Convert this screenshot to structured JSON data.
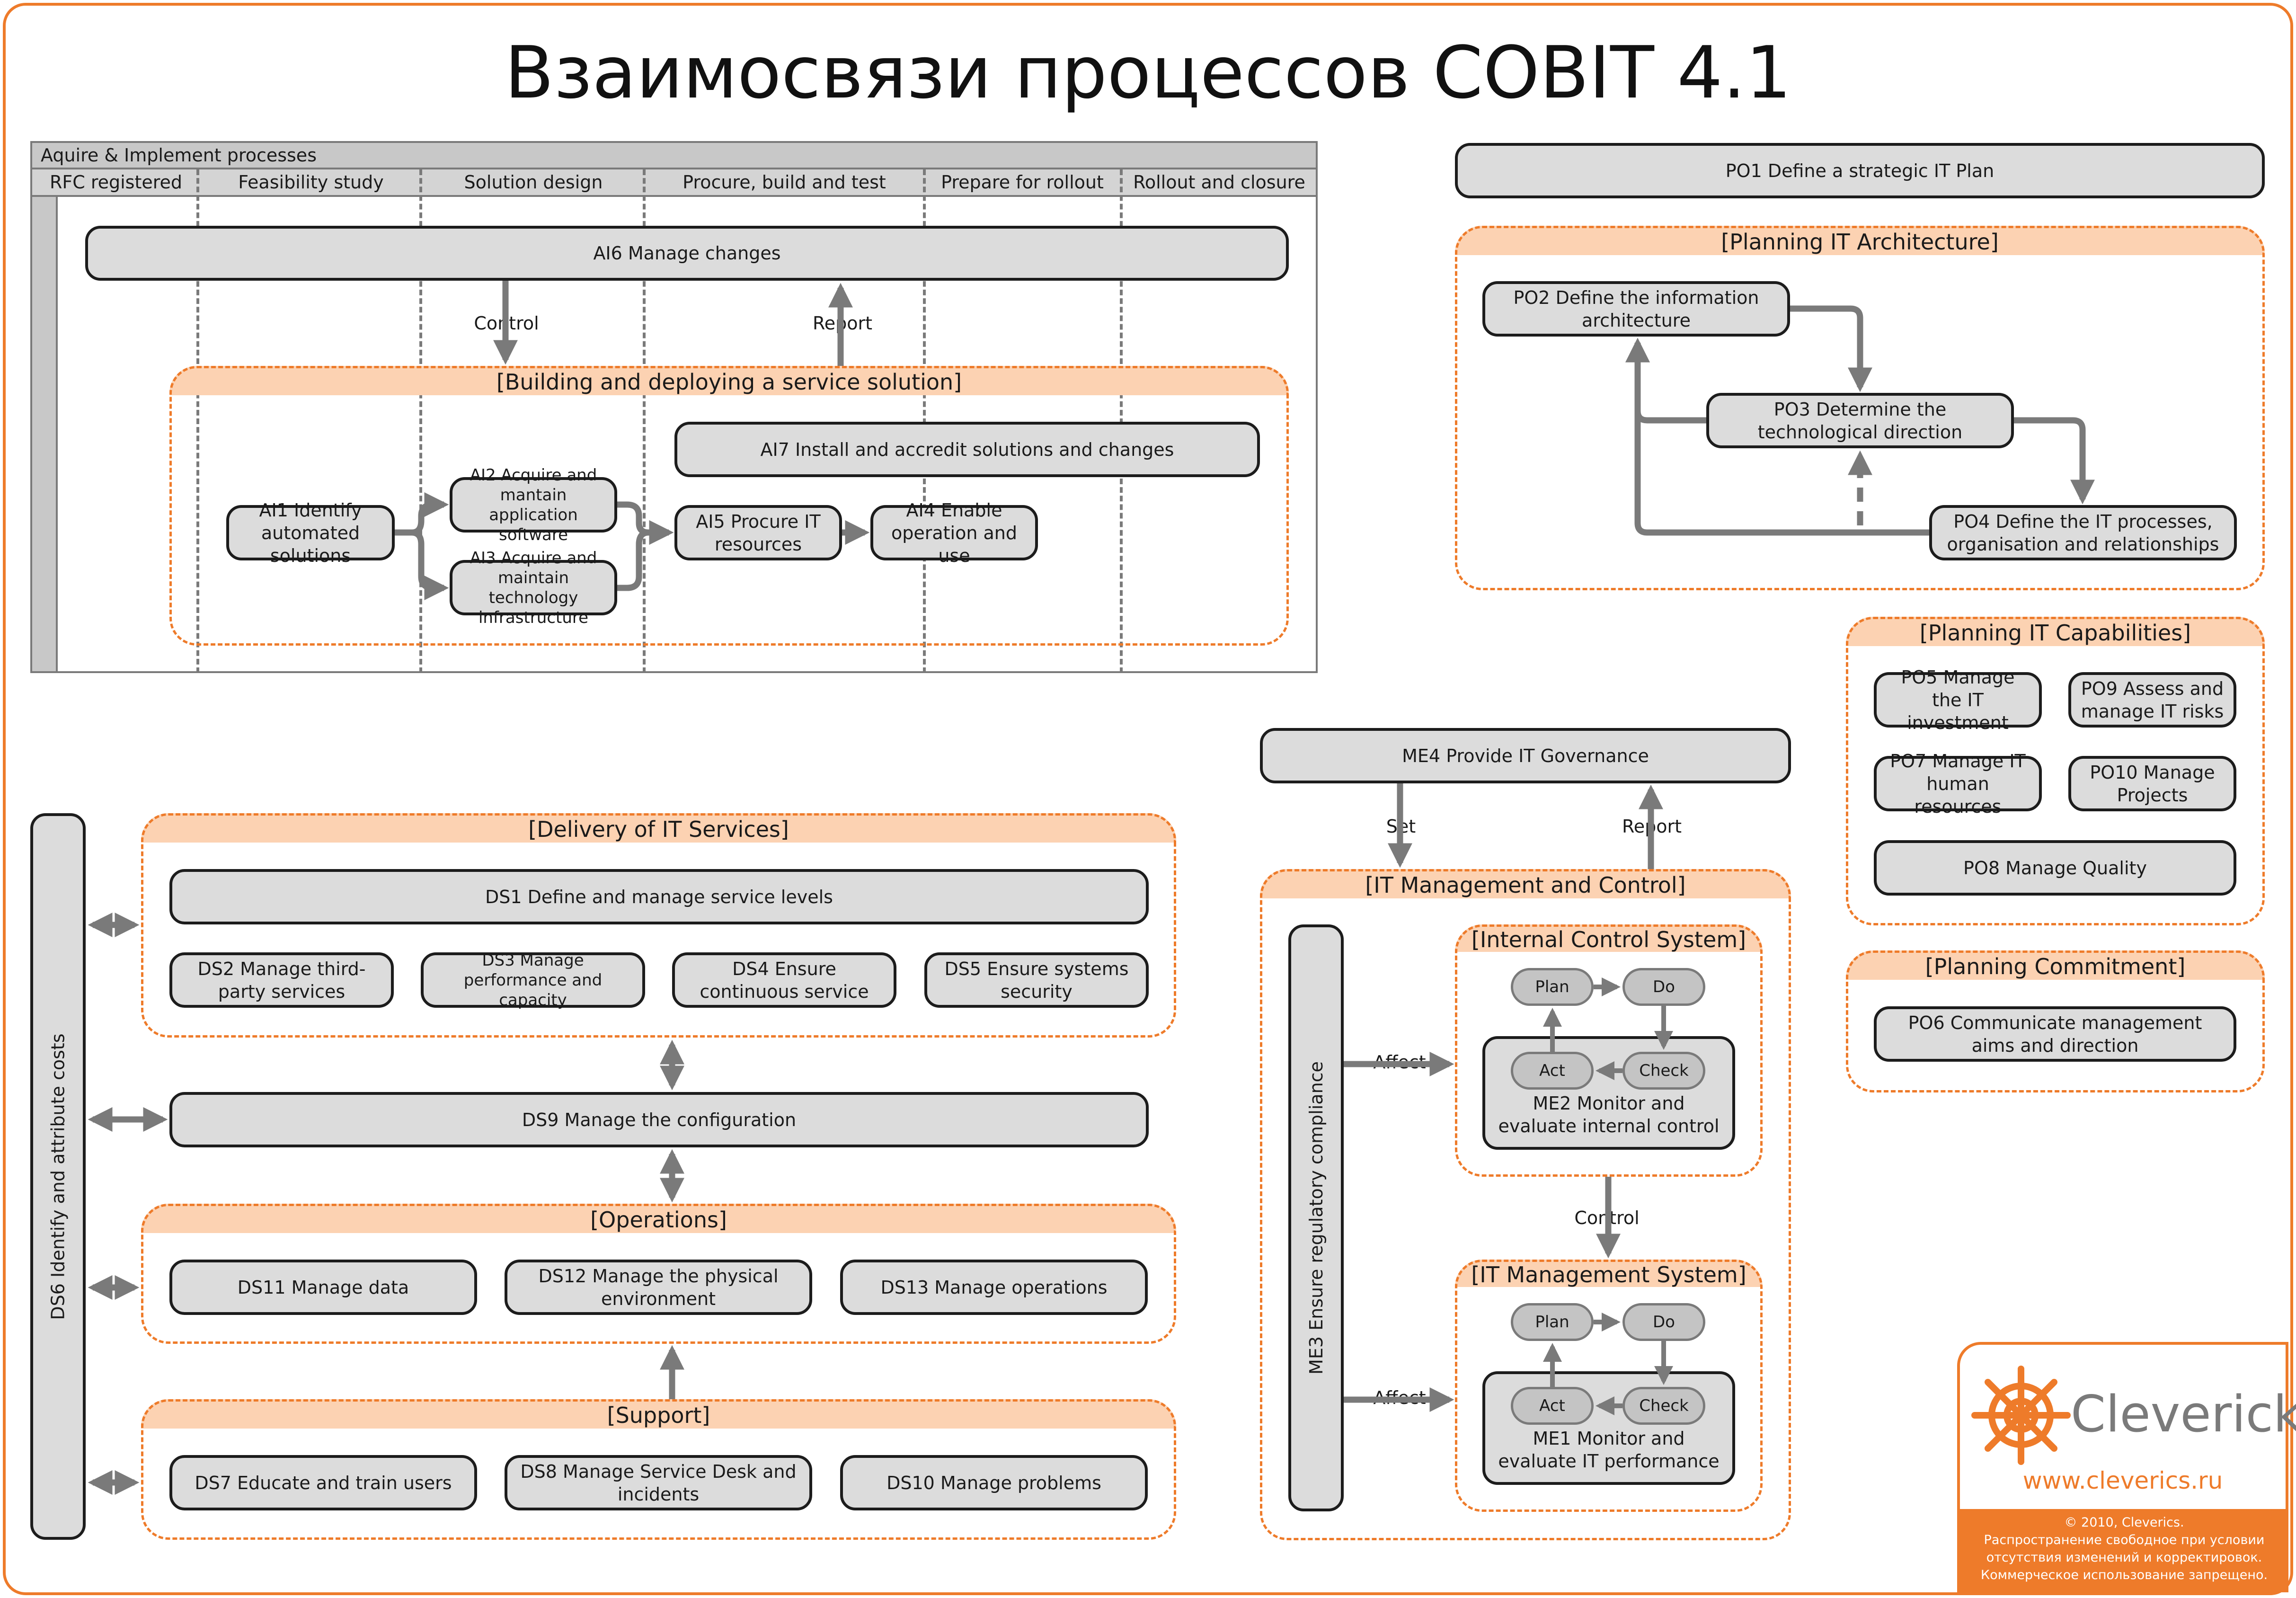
{
  "title": "Взаимосвязи процессов COBIT 4.1",
  "ai": {
    "header": "Aquire & Implement processes",
    "columns": [
      "RFC registered",
      "Feasibility study",
      "Solution design",
      "Procure, build and test",
      "Prepare for rollout",
      "Rollout and closure"
    ],
    "ai6": "AI6  Manage changes",
    "control": "Control",
    "report": "Report",
    "group": "[Building and deploying a service solution]",
    "ai7": "AI7  Install and accredit solutions and changes",
    "ai1": "AI1  Identify automated solutions",
    "ai2": "AI2  Acquire and mantain application software",
    "ai3": "AI3  Acquire and maintain technology infrastructure",
    "ai5": "AI5  Procure IT resources",
    "ai4": "AI4  Enable operation and use"
  },
  "po": {
    "po1": "PO1 Define a strategic IT Plan",
    "arch_group": "[Planning IT Architecture]",
    "po2": "PO2  Define the information architecture",
    "po3": "PO3  Determine the technological direction",
    "po4": "PO4  Define the IT processes, organisation and relationships",
    "cap_group": "[Planning IT Capabilities]",
    "po5": "PO5  Manage the IT investment",
    "po9": "PO9  Assess and manage IT  risks",
    "po7": "PO7  Manage IT human resources",
    "po10": "PO10  Manage Projects",
    "po8": "PO8 Manage Quality",
    "commit_group": "[Planning Commitment]",
    "po6": "PO6  Communicate management aims and direction"
  },
  "ds": {
    "ds6": "DS6  Identify and attribute costs",
    "delivery_group": "[Delivery of IT Services]",
    "ds1": "DS1  Define and manage service levels",
    "ds2": "DS2  Manage third-party services",
    "ds3": "DS3  Manage performance and capacity",
    "ds4": "DS4  Ensure continuous service",
    "ds5": "DS5  Ensure systems security",
    "ds9": "DS9  Manage the configuration",
    "ops_group": "[Operations]",
    "ds11": "DS11  Manage data",
    "ds12": "DS12  Manage the physical environment",
    "ds13": "DS13  Manage operations",
    "support_group": "[Support]",
    "ds7": "DS7  Educate and train users",
    "ds8": "DS8  Manage Service Desk and incidents",
    "ds10": "DS10  Manage problems"
  },
  "me": {
    "me4": "ME4  Provide IT Governance",
    "set": "Set",
    "report": "Report",
    "group": "[IT Management and Control]",
    "me3": "ME3  Ensure regulatory compliance",
    "affect1": "Affect",
    "affect2": "Affect",
    "ics_group": "[Internal Control System]",
    "ims_group": "[IT Management System]",
    "control": "Control",
    "plan": "Plan",
    "do": "Do",
    "act": "Act",
    "check": "Check",
    "me2": "ME2  Monitor and evaluate internal control",
    "me1": "ME1  Monitor and evaluate IT performance"
  },
  "logo": {
    "name": "Clevericks",
    "url": "www.cleverics.ru",
    "line1": "© 2010, Cleverics.",
    "line2": "Распространение свободное при условии",
    "line3": "отсутствия изменений и корректировок.",
    "line4": "Коммерческое использование запрещено."
  },
  "colors": {
    "accent": "#ee7b2a",
    "group_fill": "#fcd2b2",
    "box_fill": "#dcdcdc",
    "arrow": "#7a7a7a"
  }
}
